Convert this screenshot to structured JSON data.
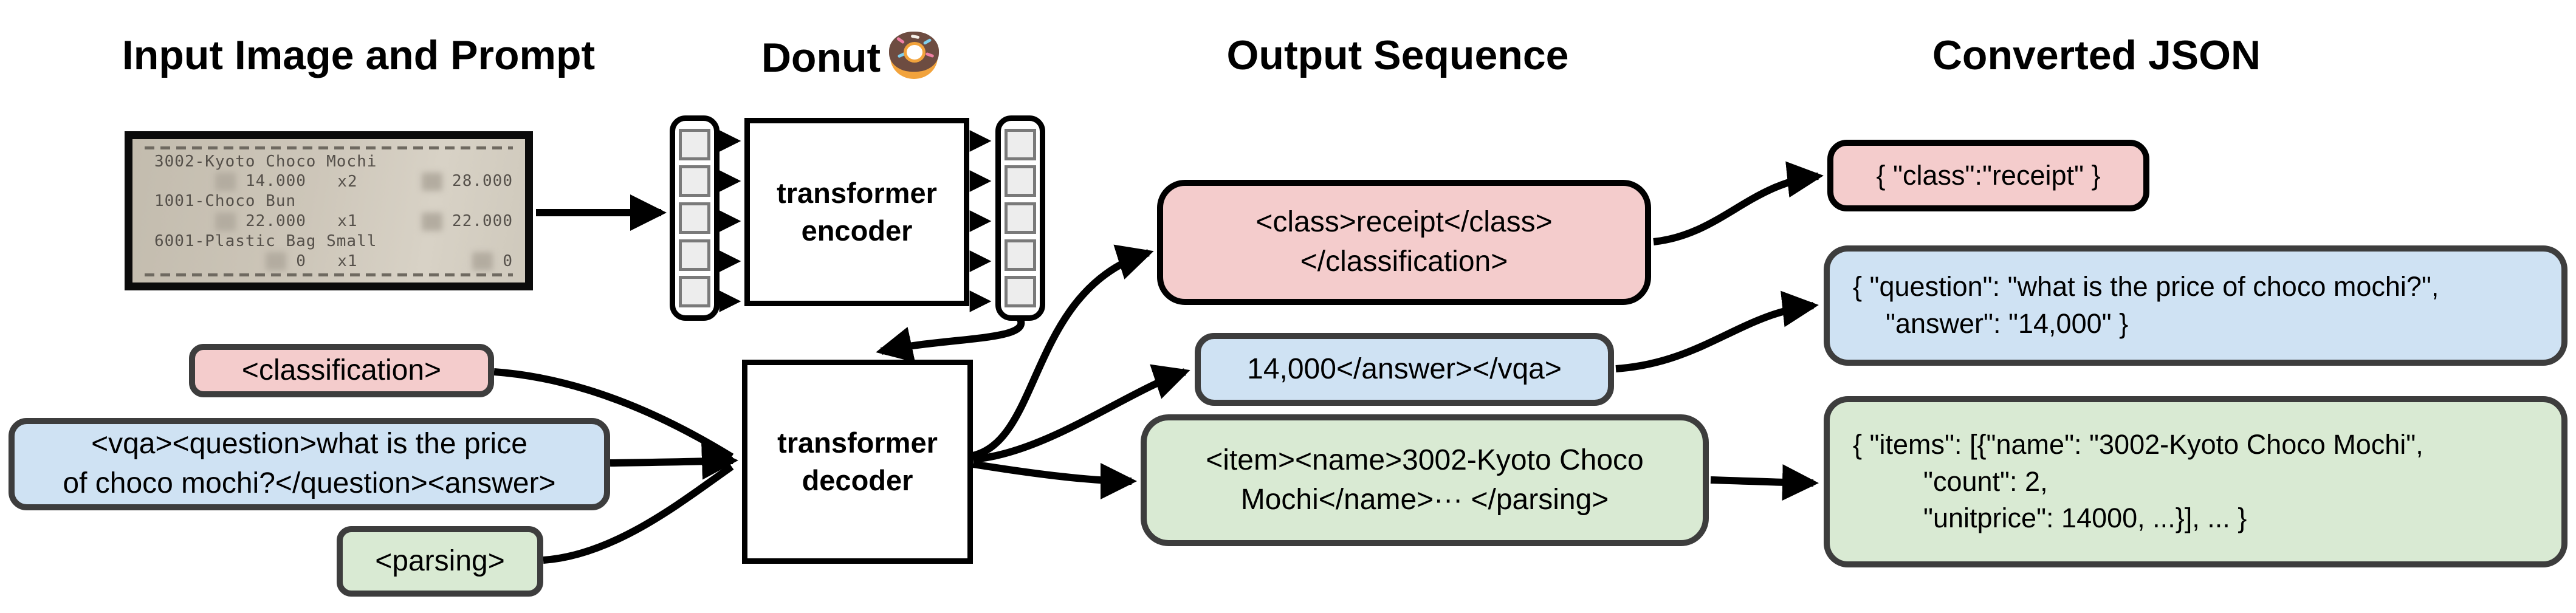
{
  "titles": {
    "input": "Input Image and Prompt",
    "model": "Donut",
    "model_emoji": "🍩",
    "output": "Output Sequence",
    "json": "Converted JSON"
  },
  "receipt": {
    "items": [
      {
        "name": "3002-Kyoto Choco Mochi",
        "unit": "14.000",
        "qty": "x2",
        "total": "28.000"
      },
      {
        "name": "1001-Choco Bun",
        "unit": "22.000",
        "qty": "x1",
        "total": "22.000"
      },
      {
        "name": "6001-Plastic Bag Small",
        "unit": "0",
        "qty": "x1",
        "total": "0"
      }
    ]
  },
  "encoder": {
    "line1": "transformer",
    "line2": "encoder"
  },
  "decoder": {
    "line1": "transformer",
    "line2": "decoder"
  },
  "prompts": {
    "classification": "<classification>",
    "vqa_line1": "<vqa><question>what is the price",
    "vqa_line2": "of choco mochi?</question><answer>",
    "parsing": "<parsing>"
  },
  "outputs": {
    "classification_line1": "<class>receipt</class>",
    "classification_line2": "</classification>",
    "vqa": "14,000</answer></vqa>",
    "parsing_line1": "<item><name>3002-Kyoto Choco",
    "parsing_line2": "Mochi</name>··· </parsing>"
  },
  "json_outputs": {
    "classification": "{ \"class\":\"receipt\" }",
    "vqa_line1": "{ \"question\": \"what is the price of choco mochi?\",",
    "vqa_line2": "\"answer\": \"14,000\" }",
    "parsing_line1": "{ \"items\": [{\"name\": \"3002-Kyoto Choco Mochi\",",
    "parsing_line2": "\"count\": 2,",
    "parsing_line3": "\"unitprice\": 14000, ...}], ... }"
  },
  "colors": {
    "pink": "#f4cccc",
    "blue": "#cfe2f3",
    "green": "#d9ead3",
    "border-dark": "#3d3d3d",
    "receipt-bg": "#ccc5b8",
    "receipt-ink": "#55504a",
    "patch-fill": "#ededed",
    "patch-border": "#7a7a7a"
  }
}
